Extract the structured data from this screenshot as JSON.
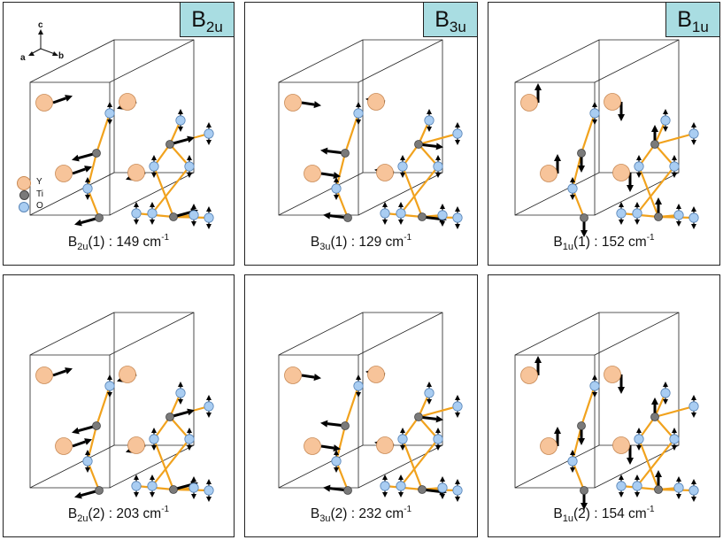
{
  "colors": {
    "yttrium": "#f7c49a",
    "titanium": "#7a7a7a",
    "oxygen": "#a9cdf2",
    "bond": "#f1a21d",
    "badge_bg": "#a9dde2",
    "arrow": "#000000"
  },
  "axes": {
    "c": "c",
    "a": "a",
    "b": "b"
  },
  "legend": [
    {
      "symbol": "Y",
      "label": "Y"
    },
    {
      "symbol": "Ti",
      "label": "Ti"
    },
    {
      "symbol": "O",
      "label": "O"
    }
  ],
  "panels": [
    {
      "badge_main": "B",
      "badge_sub": "2u",
      "caption_main": "B",
      "caption_sub": "2u",
      "caption_rest": "(1) : 149 cm",
      "caption_sup": "-1",
      "motion": "b"
    },
    {
      "badge_main": "B",
      "badge_sub": "3u",
      "caption_main": "B",
      "caption_sub": "3u",
      "caption_rest": "(1) : 129 cm",
      "caption_sup": "-1",
      "motion": "a"
    },
    {
      "badge_main": "B",
      "badge_sub": "1u",
      "caption_main": "B",
      "caption_sub": "1u",
      "caption_rest": "(1) : 152 cm",
      "caption_sup": "-1",
      "motion": "c"
    },
    {
      "caption_main": "B",
      "caption_sub": "2u",
      "caption_rest": "(2) : 203 cm",
      "caption_sup": "-1",
      "motion": "b"
    },
    {
      "caption_main": "B",
      "caption_sub": "3u",
      "caption_rest": "(2) : 232 cm",
      "caption_sup": "-1",
      "motion": "a"
    },
    {
      "caption_main": "B",
      "caption_sub": "1u",
      "caption_rest": "(2) : 154 cm",
      "caption_sup": "-1",
      "motion": "c"
    }
  ]
}
